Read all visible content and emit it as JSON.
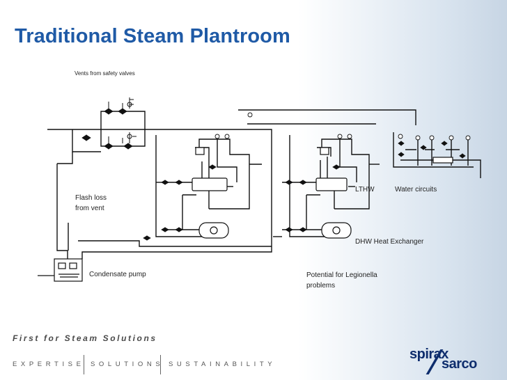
{
  "slide": {
    "title": "Traditional Steam Plantroom",
    "tagline": "First for Steam Solutions",
    "footer": [
      "EXPERTISE",
      "SOLUTIONS",
      "SUSTAINABILITY"
    ],
    "logo": {
      "line1": "spirax",
      "line2": "sarco"
    }
  },
  "labels": {
    "vents": "Vents from safety valves",
    "flash_loss_1": "Flash loss",
    "flash_loss_2": "from vent",
    "condensate_pump": "Condensate pump",
    "lthw": "LTHW",
    "water_circuits": "Water circuits",
    "dhw": "DHW Heat Exchanger",
    "legionella_1": "Potential for Legionella",
    "legionella_2": "problems"
  },
  "colors": {
    "title": "#1f5aa6",
    "logo": "#0e2d6d",
    "line": "#111111"
  }
}
